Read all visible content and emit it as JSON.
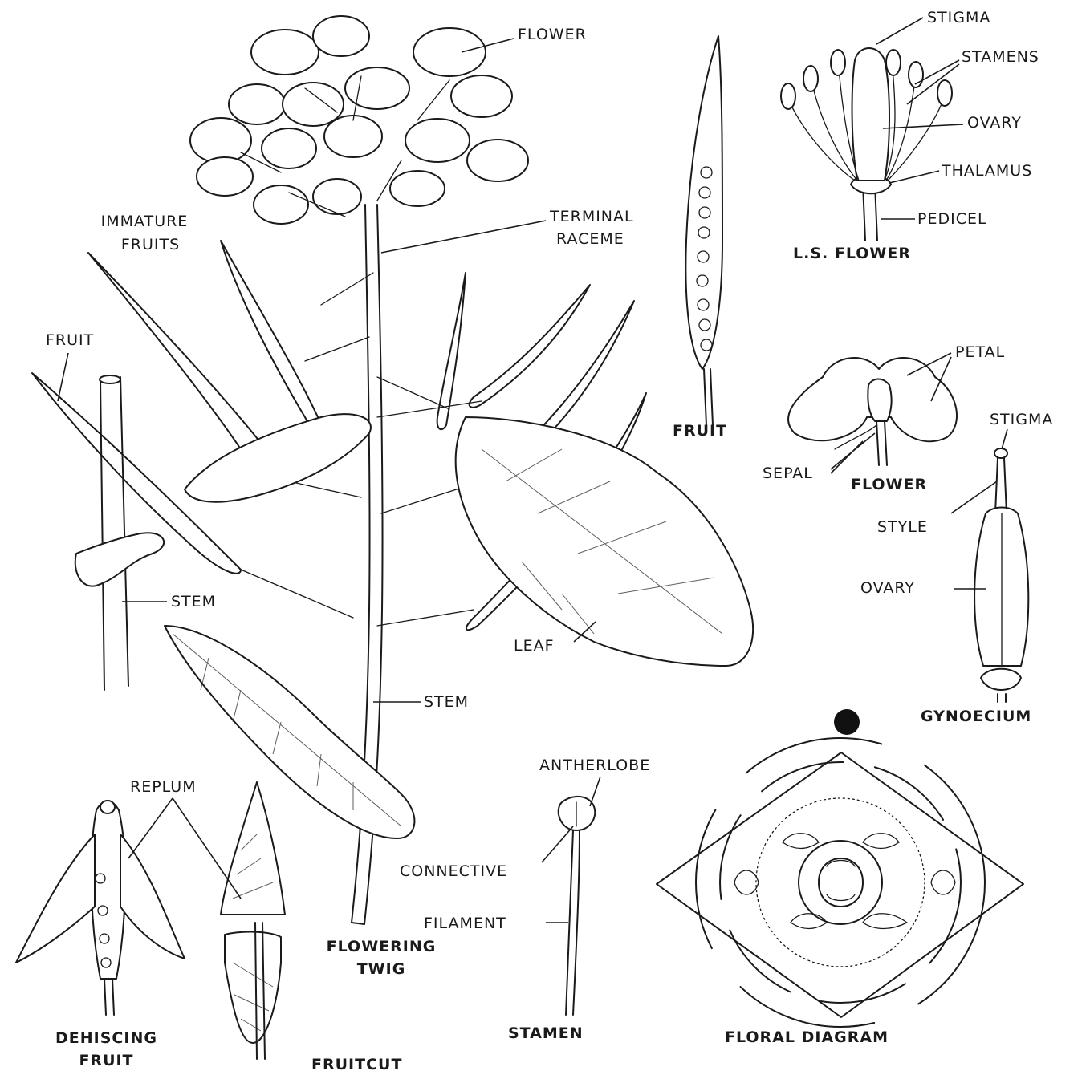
{
  "figure": {
    "labels": {
      "flower_top": "FLOWER",
      "immature_fruits_l1": "IMMATURE",
      "immature_fruits_l2": "FRUITS",
      "terminal_raceme_l1": "TERMINAL",
      "terminal_raceme_l2": "RACEME",
      "fruit_left": "FRUIT",
      "stem_left": "STEM",
      "stem_main": "STEM",
      "leaf": "LEAF",
      "fruit_mid": "FRUIT",
      "stigma_top": "STIGMA",
      "stamens": "STAMENS",
      "ovary_top": "OVARY",
      "thalamus": "THALAMUS",
      "pedicel": "PEDICEL",
      "ls_flower": "L.S. FLOWER",
      "petal": "PETAL",
      "sepal": "SEPAL",
      "flower_mid": "FLOWER",
      "stigma_gyn": "STIGMA",
      "style": "STYLE",
      "ovary_gyn": "OVARY",
      "gynoecium": "GYNOECIUM",
      "replum": "REPLUM",
      "dehiscing_fruit_l1": "DEHISCING",
      "dehiscing_fruit_l2": "FRUIT",
      "fruitcut": "FRUITCUT",
      "flowering_twig_l1": "FLOWERING",
      "flowering_twig_l2": "TWIG",
      "antherlobe": "ANTHERLOBE",
      "connective": "CONNECTIVE",
      "filament": "FILAMENT",
      "stamen": "STAMEN",
      "floral_diagram": "FLORAL DIAGRAM"
    }
  }
}
